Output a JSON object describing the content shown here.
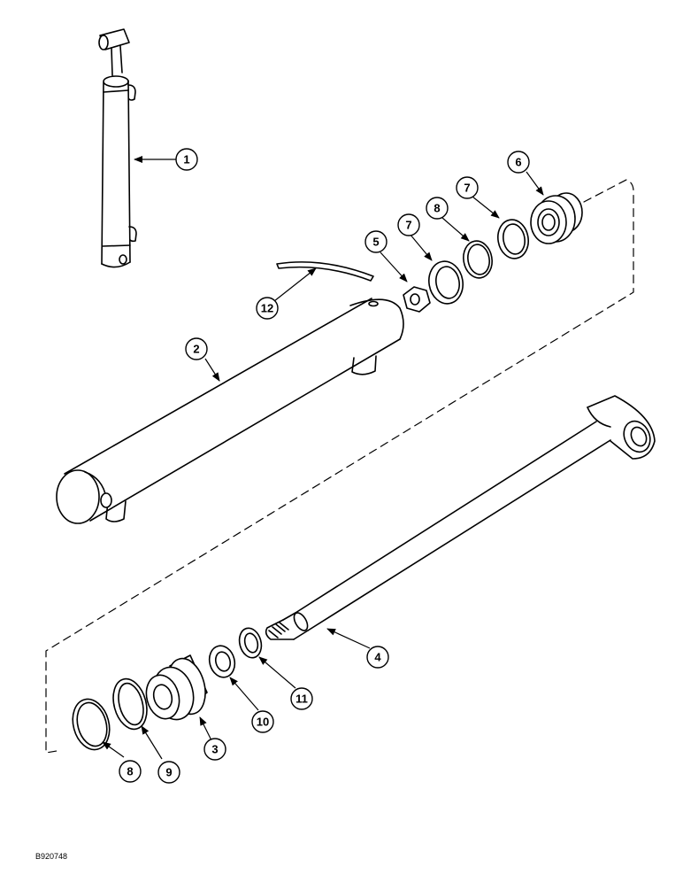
{
  "callouts": [
    {
      "id": "c1",
      "label": "1"
    },
    {
      "id": "c2",
      "label": "2"
    },
    {
      "id": "c3",
      "label": "3"
    },
    {
      "id": "c4",
      "label": "4"
    },
    {
      "id": "c5",
      "label": "5"
    },
    {
      "id": "c6",
      "label": "6"
    },
    {
      "id": "c7a",
      "label": "7"
    },
    {
      "id": "c7b",
      "label": "7"
    },
    {
      "id": "c8a",
      "label": "8"
    },
    {
      "id": "c8b",
      "label": "8"
    },
    {
      "id": "c9",
      "label": "9"
    },
    {
      "id": "c10",
      "label": "10"
    },
    {
      "id": "c11",
      "label": "11"
    },
    {
      "id": "c12",
      "label": "12"
    }
  ],
  "drawing_id": "B920748",
  "colors": {
    "ink": "#000000",
    "paper": "#ffffff"
  }
}
